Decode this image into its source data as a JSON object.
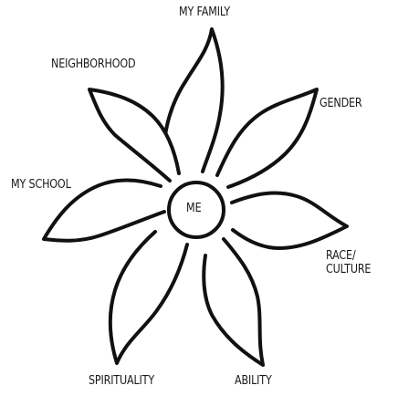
{
  "diagram": {
    "center": "ME",
    "petals": [
      {
        "label": "MY FAMILY"
      },
      {
        "label": "GENDER"
      },
      {
        "label": "RACE/",
        "label2": "CULTURE"
      },
      {
        "label": "ABILITY"
      },
      {
        "label": "SPIRITUALITY"
      },
      {
        "label": "MY SCHOOL"
      },
      {
        "label": "NEIGHBORHOOD"
      }
    ]
  }
}
